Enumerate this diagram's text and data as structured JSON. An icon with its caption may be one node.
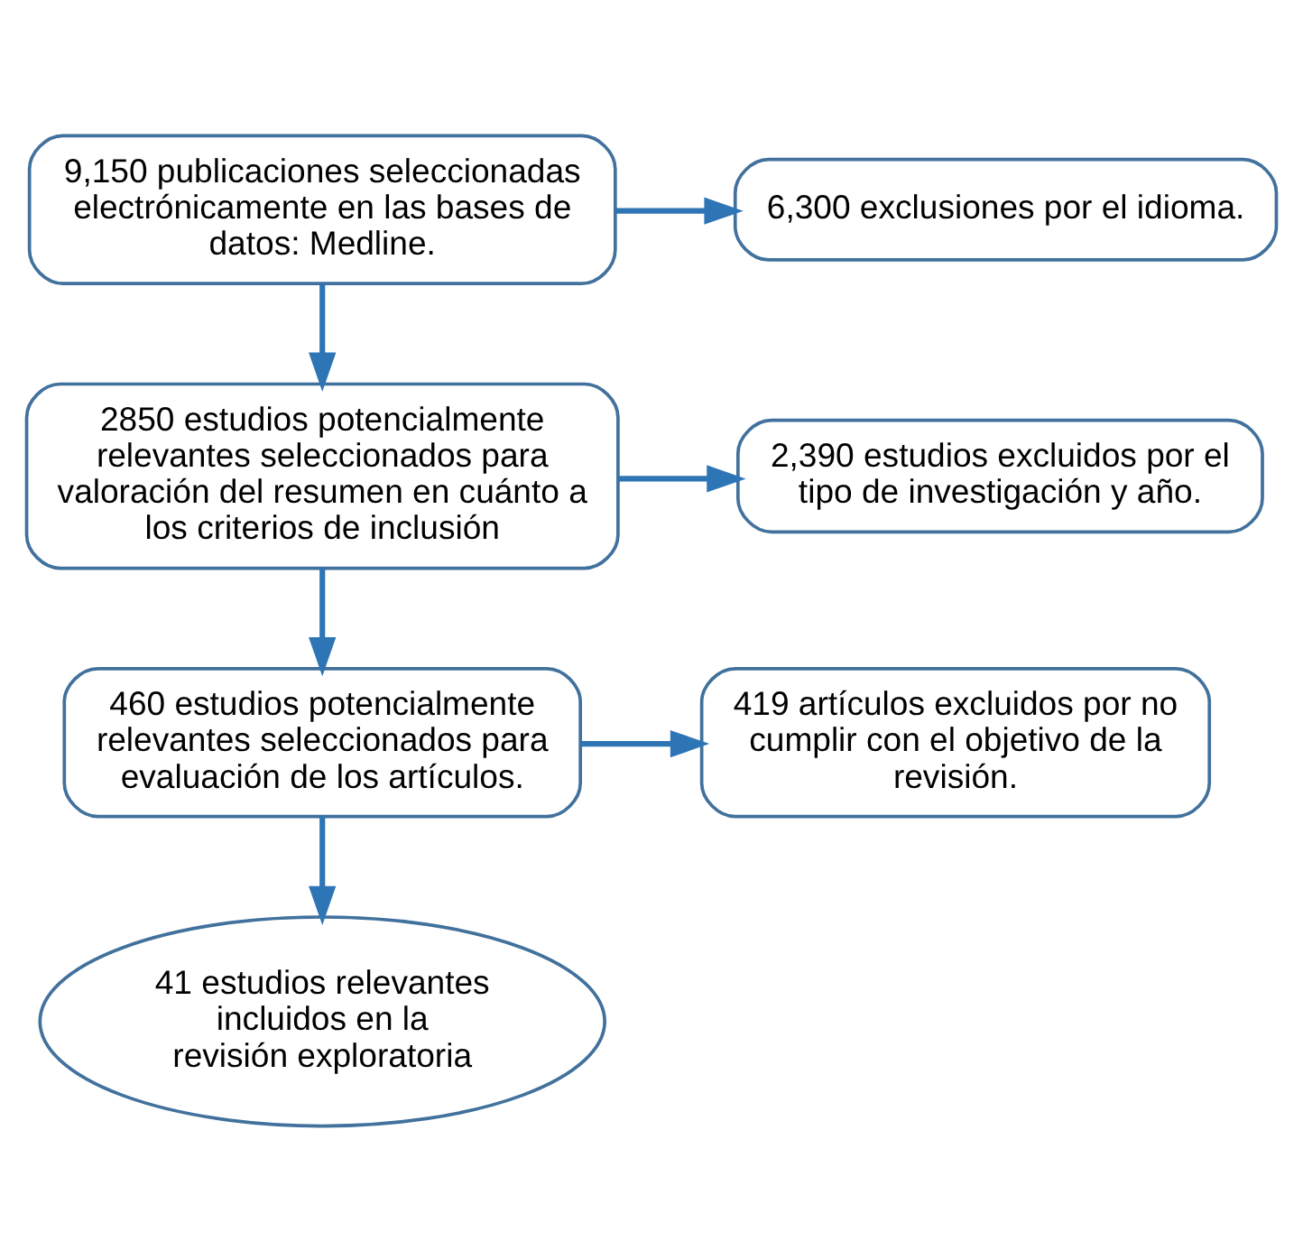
{
  "diagram": {
    "nodes": [
      {
        "text": [
          "9,150 publicaciones seleccionadas electrónicamente en las bases de datos: Medline."
        ]
      },
      {
        "text": [
          "6,300 exclusiones por el idioma."
        ]
      },
      {
        "text": [
          "2850 estudios potencialmente relevantes seleccionados para valoración del resumen en cuánto a los criterios de inclusión"
        ]
      },
      {
        "text": [
          "2,390 estudios excluidos por el tipo de investigación y año."
        ]
      },
      {
        "text": [
          "460 estudios potencialmente relevantes seleccionados para evaluación de los artículos."
        ]
      },
      {
        "text": [
          "419 artículos excluidos por no cumplir con el objetivo de la revisión."
        ]
      },
      {
        "text": [
          "41 estudios relevantes incluidos en la revisión exploratoria"
        ]
      }
    ],
    "edges": [
      {
        "from": 0,
        "to": 2,
        "arrow": "to"
      },
      {
        "from": 0,
        "to": 1,
        "arrow": "to"
      },
      {
        "from": 2,
        "to": 4,
        "arrow": "to"
      },
      {
        "from": 2,
        "to": 3,
        "arrow": "to"
      },
      {
        "from": 4,
        "to": 6,
        "arrow": "to"
      },
      {
        "from": 4,
        "to": 5,
        "arrow": "to"
      }
    ]
  }
}
